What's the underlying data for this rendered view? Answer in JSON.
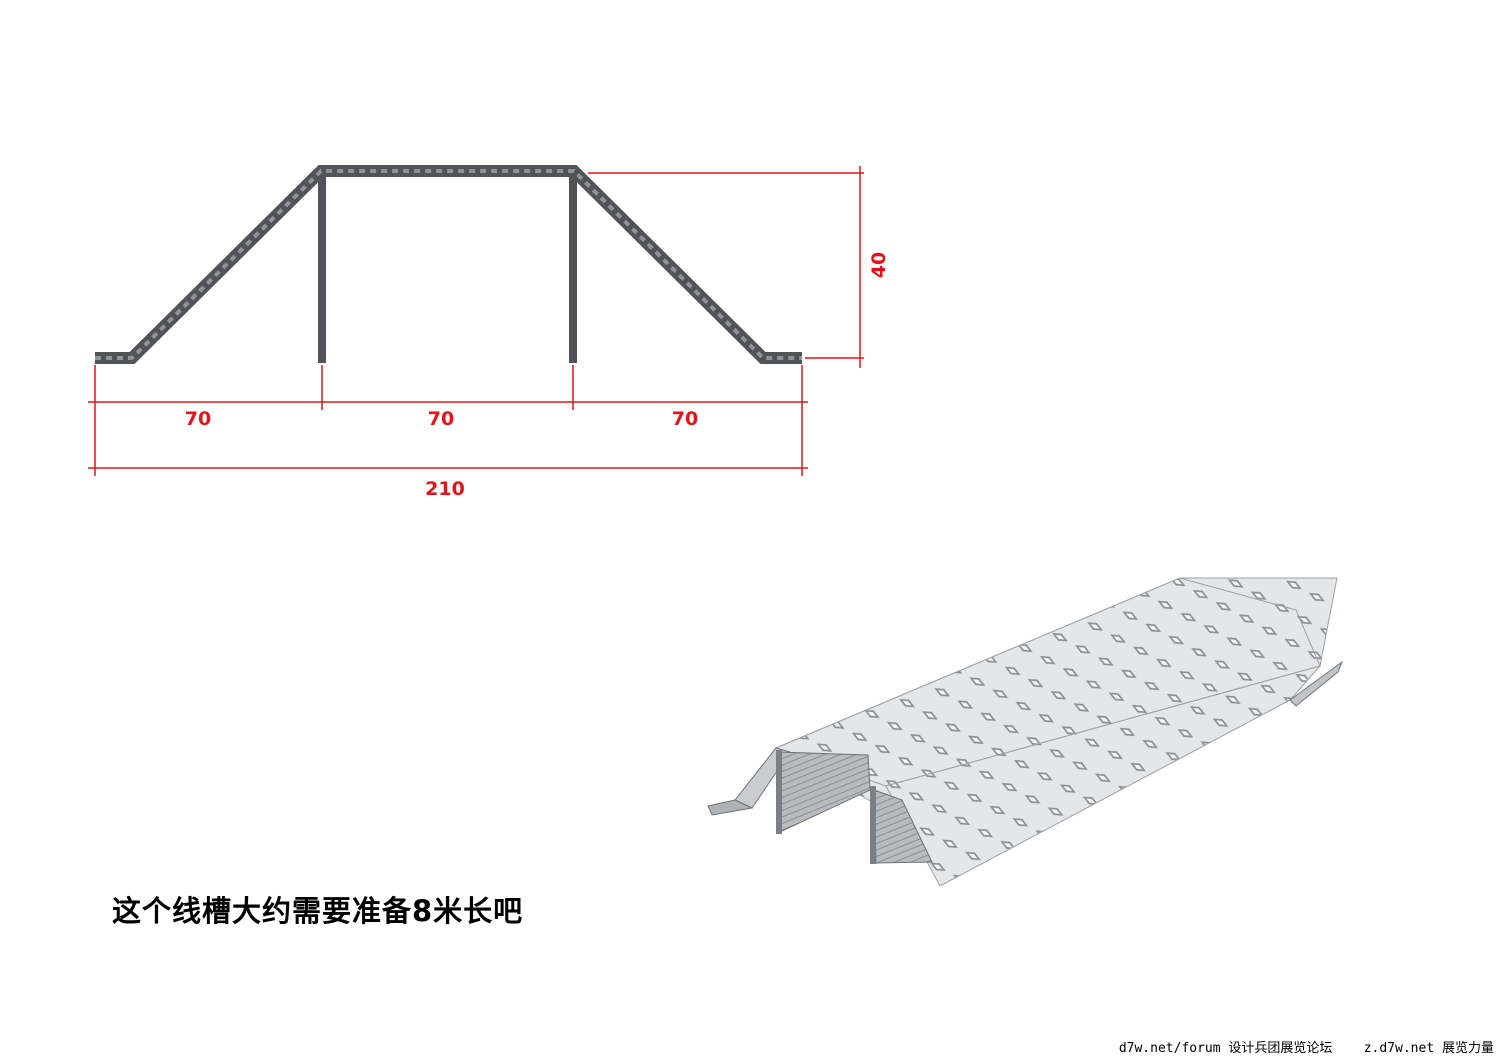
{
  "diagram": {
    "dimensions": {
      "left_section": "70",
      "middle_section": "70",
      "right_section": "70",
      "total_width": "210",
      "height": "40"
    },
    "colors": {
      "dimension_line": "#e1141b",
      "profile_stroke": "#555555",
      "plate_fill": "#d9dde0"
    }
  },
  "caption": "这个线槽大约需要准备8米长吧",
  "footer": {
    "left": "d7w.net/forum 设计兵团展览论坛",
    "right": "z.d7w.net 展览力量"
  }
}
